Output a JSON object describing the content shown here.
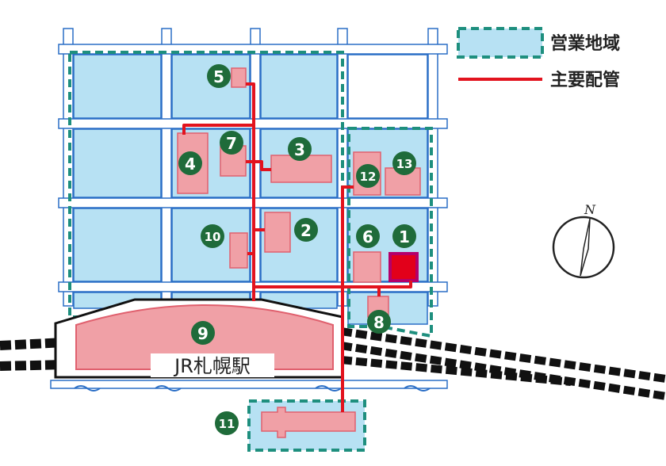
{
  "colors": {
    "area_fill": "#b7e1f3",
    "area_border": "#1e8f7e",
    "pipe": "#e2131e",
    "building_fill": "#f0a0a6",
    "building_stroke": "#e0606e",
    "plant_fill": "#e2001a",
    "plant_stroke": "#b4006a",
    "badge": "#1f6b3a",
    "road": "#2a6ec6",
    "rail": "#111111"
  },
  "legend": {
    "service_area_label": "営業地域",
    "main_pipe_label": "主要配管"
  },
  "station": {
    "label": "JR札幌駅"
  },
  "compass": {
    "north_label": "N"
  },
  "markers": [
    "1",
    "2",
    "3",
    "4",
    "5",
    "6",
    "7",
    "8",
    "9",
    "10",
    "11",
    "12",
    "13"
  ]
}
